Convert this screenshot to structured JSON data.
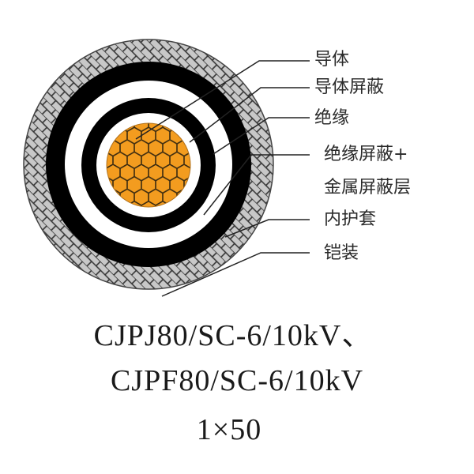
{
  "diagram": {
    "title": "Cable cross-section",
    "colors": {
      "conductor": "#f39c1f",
      "conductor_lines": "#3a2a10",
      "armor": "#c8c8c8",
      "black_layer": "#000000",
      "white_layer": "#ffffff"
    },
    "layers_labels": [
      {
        "id": "conductor",
        "label": "导体"
      },
      {
        "id": "conductor-shield",
        "label": "导体屏蔽"
      },
      {
        "id": "insulation",
        "label": "绝缘"
      },
      {
        "id": "insulation-shield",
        "label": "绝缘屏蔽+"
      },
      {
        "id": "metal-shield",
        "label": "金属屏蔽层"
      },
      {
        "id": "inner-sheath",
        "label": "内护套"
      },
      {
        "id": "armor",
        "label": "铠装"
      }
    ]
  },
  "model": {
    "line1": "CJPJ80/SC-6/10kV、",
    "line2": "CJPF80/SC-6/10kV",
    "line3": "1×50"
  }
}
